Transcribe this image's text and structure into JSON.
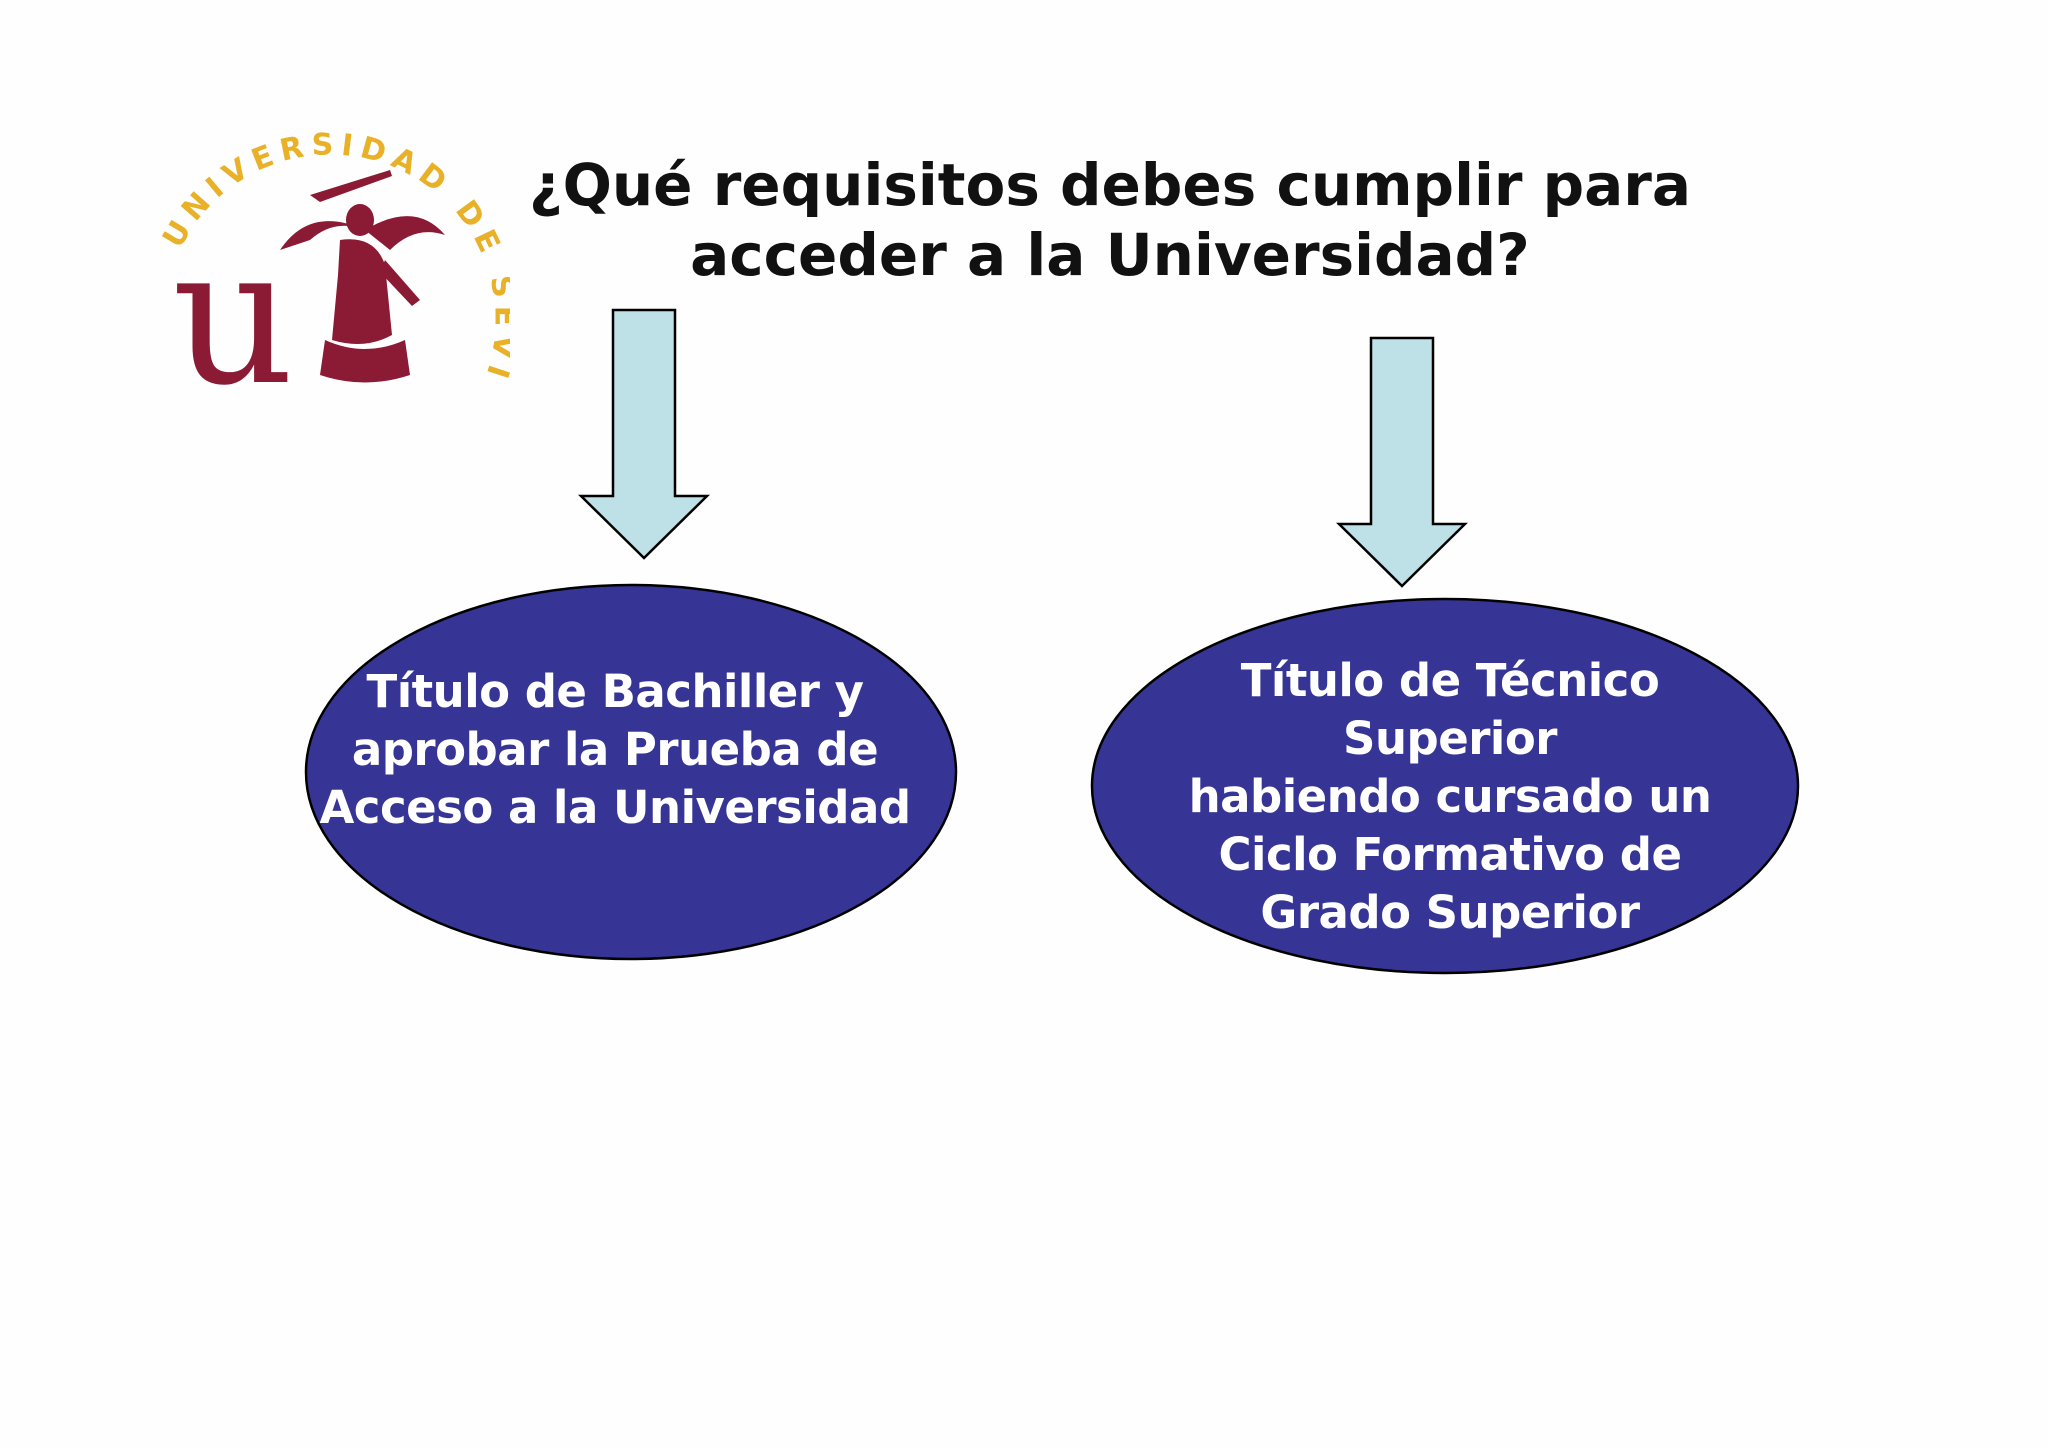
{
  "logo": {
    "arc_text": "UNIVERSIDAD DE SEVILLA",
    "letter": "u",
    "colors": {
      "gold": "#e8b128",
      "maroon": "#8b1a35"
    }
  },
  "title": {
    "line1": "¿Qué requisitos debes cumplir para",
    "line2": "acceder a la Universidad?"
  },
  "left_option": {
    "lines": [
      "Título de Bachiller y",
      "aprobar la Prueba de",
      "Acceso a la Universidad"
    ]
  },
  "right_option": {
    "lines": [
      "Título de Técnico",
      "Superior",
      "habiendo cursado un",
      "Ciclo Formativo de",
      "Grado Superior"
    ]
  },
  "colors": {
    "oval_fill": "#363596",
    "arrow_fill": "#bde1e6",
    "outline": "#000000"
  }
}
